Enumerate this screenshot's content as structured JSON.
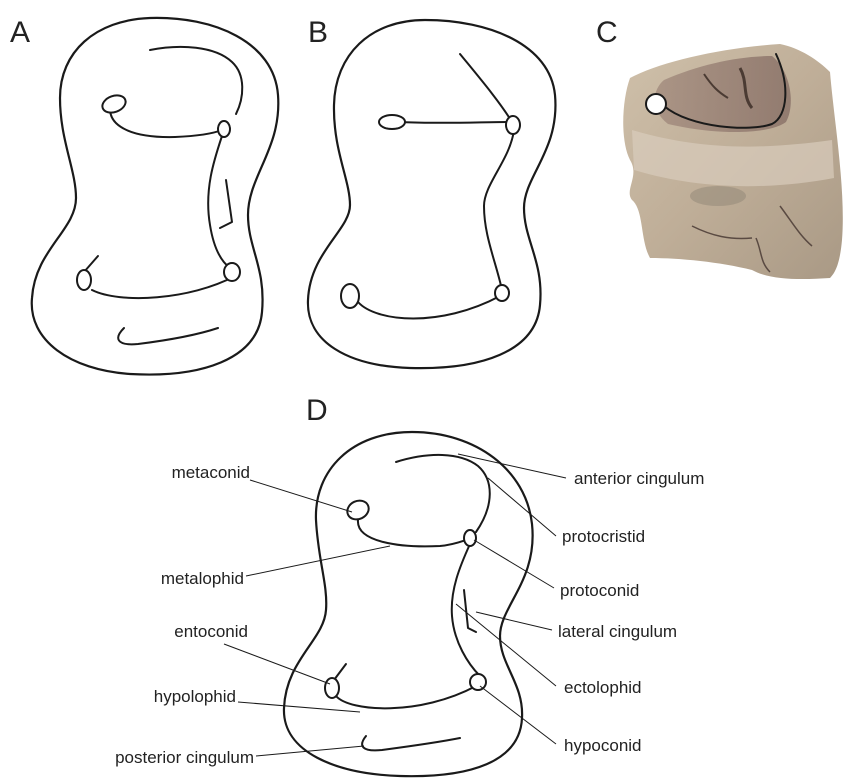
{
  "panels": {
    "a": "A",
    "b": "B",
    "c": "C",
    "d": "D"
  },
  "labels": {
    "metaconid": "metaconid",
    "metalophid": "metalophid",
    "entoconid": "entoconid",
    "hypolophid": "hypolophid",
    "posterior_cingulum": "posterior cingulum",
    "anterior_cingulum": "anterior cingulum",
    "protocristid": "protocristid",
    "protoconid": "protoconid",
    "lateral_cingulum": "lateral cingulum",
    "ectolophid": "ectolophid",
    "hypoconid": "hypoconid"
  }
}
